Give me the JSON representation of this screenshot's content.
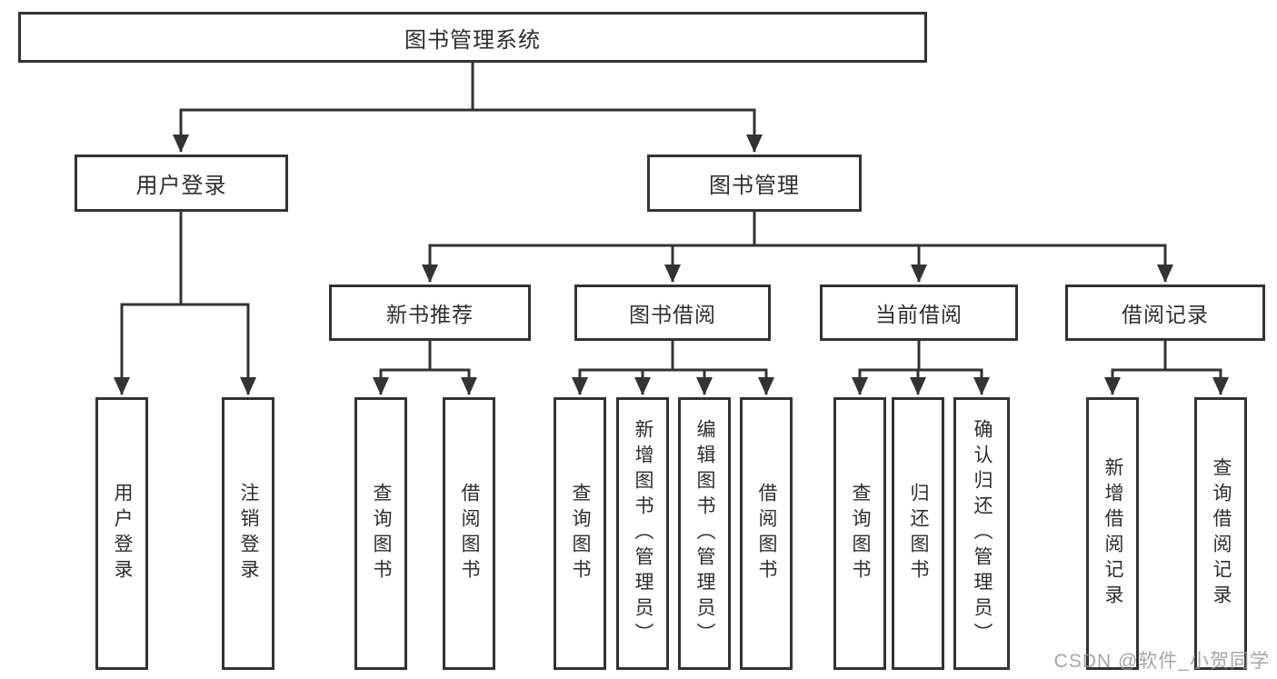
{
  "colors": {
    "line": "#333333",
    "node_border": "#333333",
    "node_fill": "#ffffff",
    "text": "#2e2e2e",
    "background": "#ffffff",
    "watermark": "#9696a0"
  },
  "watermark": "CSDN @软件_小贺同学",
  "tree": {
    "root": {
      "label": "图书管理系统"
    },
    "children": [
      {
        "label": "用户登录",
        "children": [
          {
            "label": "用户登录"
          },
          {
            "label": "注销登录"
          }
        ]
      },
      {
        "label": "图书管理",
        "children": [
          {
            "label": "新书推荐",
            "children": [
              {
                "label": "查询图书"
              },
              {
                "label": "借阅图书"
              }
            ]
          },
          {
            "label": "图书借阅",
            "children": [
              {
                "label": "查询图书"
              },
              {
                "label": "新增图书（管理员）"
              },
              {
                "label": "编辑图书（管理员）"
              },
              {
                "label": "借阅图书"
              }
            ]
          },
          {
            "label": "当前借阅",
            "children": [
              {
                "label": "查询图书"
              },
              {
                "label": "归还图书"
              },
              {
                "label": "确认归还（管理员）"
              }
            ]
          },
          {
            "label": "借阅记录",
            "children": [
              {
                "label": "新增借阅记录"
              },
              {
                "label": "查询借阅记录"
              }
            ]
          }
        ]
      }
    ]
  }
}
